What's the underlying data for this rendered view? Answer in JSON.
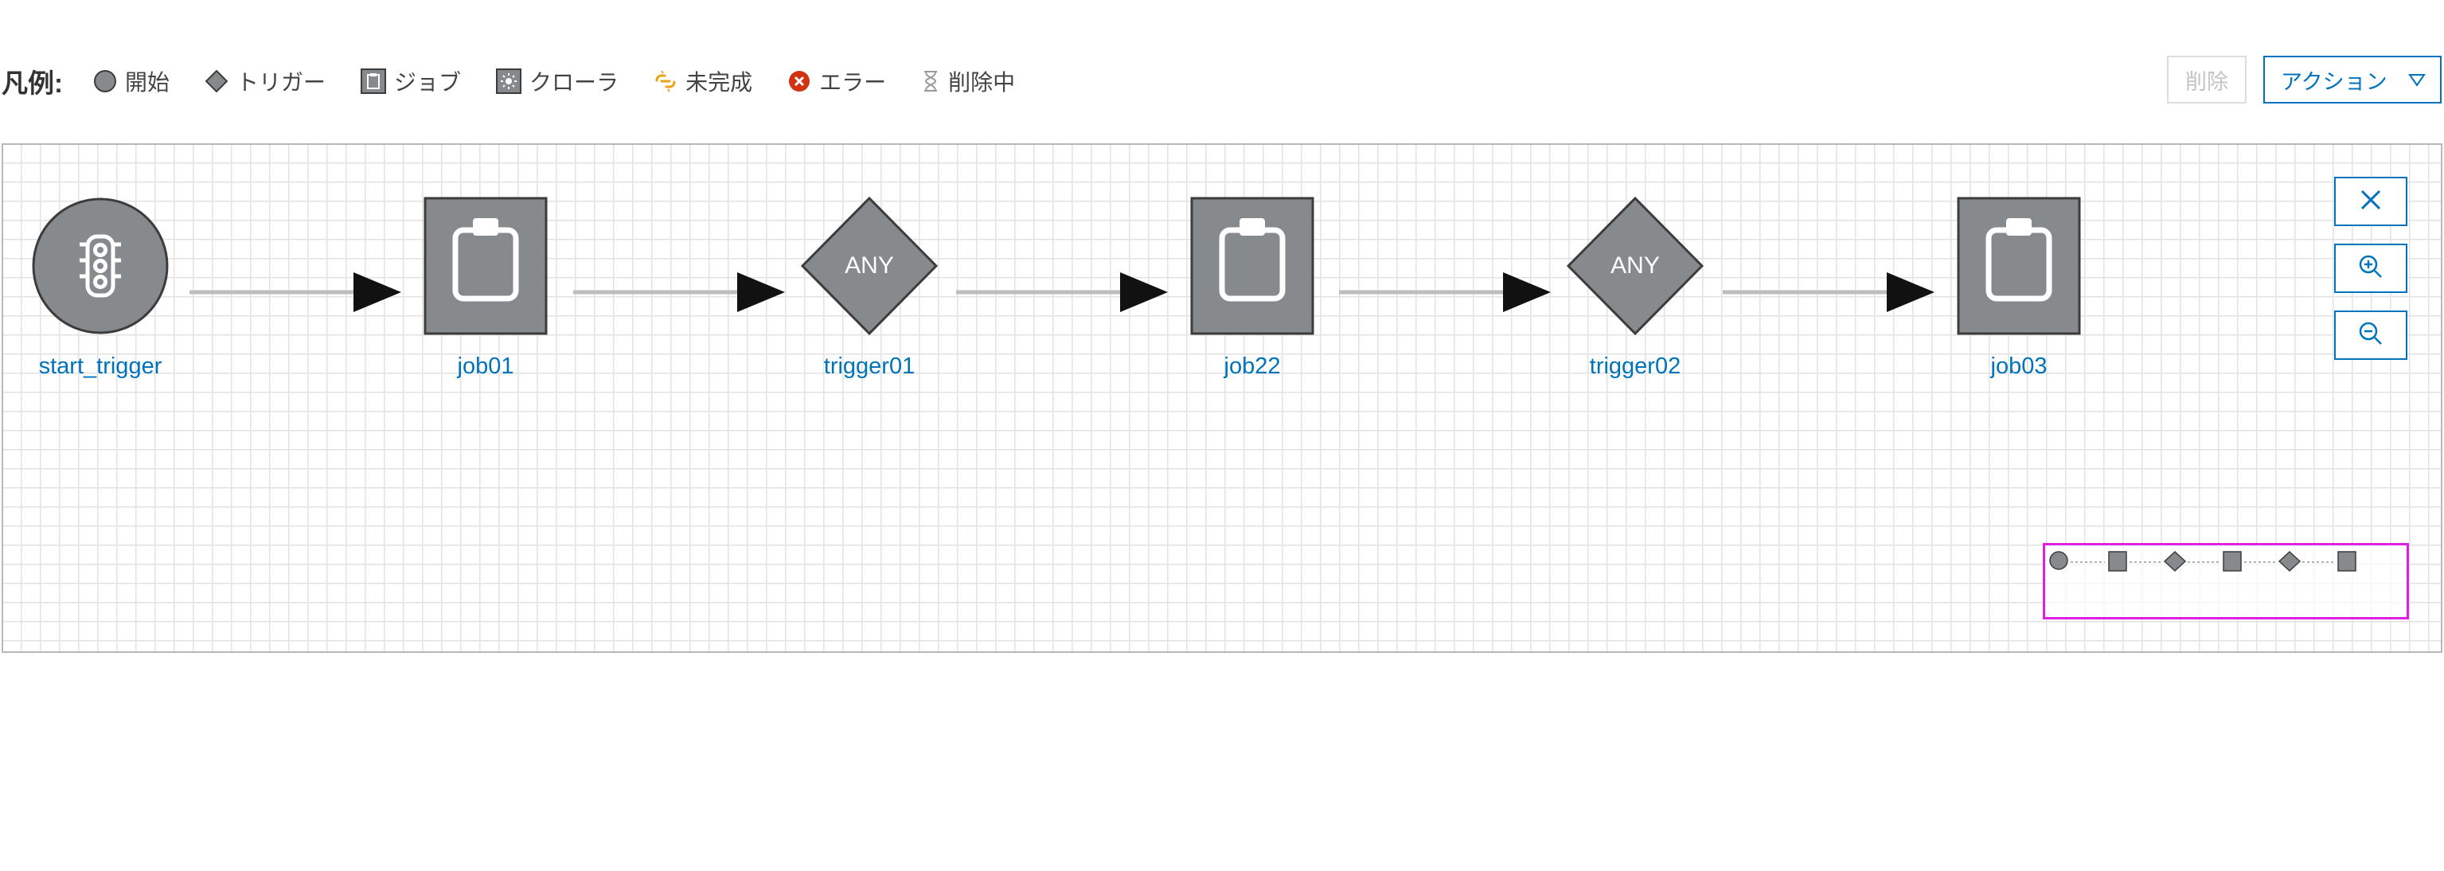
{
  "legend": {
    "title": "凡例:",
    "items": [
      {
        "label": "開始",
        "icon": "start-circle-icon"
      },
      {
        "label": "トリガー",
        "icon": "trigger-diamond-icon"
      },
      {
        "label": "ジョブ",
        "icon": "job-clipboard-icon"
      },
      {
        "label": "クローラ",
        "icon": "crawler-icon"
      },
      {
        "label": "未完成",
        "icon": "broken-link-icon"
      },
      {
        "label": "エラー",
        "icon": "error-icon"
      },
      {
        "label": "削除中",
        "icon": "hourglass-icon"
      }
    ]
  },
  "toolbar": {
    "delete_label": "削除",
    "action_label": "アクション"
  },
  "graph": {
    "nodes": [
      {
        "id": "start_trigger",
        "type": "start",
        "label": "start_trigger"
      },
      {
        "id": "job01",
        "type": "job",
        "label": "job01"
      },
      {
        "id": "trigger01",
        "type": "trigger",
        "label": "trigger01",
        "condition": "ANY"
      },
      {
        "id": "job22",
        "type": "job",
        "label": "job22"
      },
      {
        "id": "trigger02",
        "type": "trigger",
        "label": "trigger02",
        "condition": "ANY"
      },
      {
        "id": "job03",
        "type": "job",
        "label": "job03"
      }
    ]
  },
  "controls": {
    "icons": [
      "reset-close-icon",
      "zoom-in-icon",
      "zoom-out-icon"
    ]
  },
  "colors": {
    "node_fill": "#868a8d",
    "node_stroke": "#3c3c3c",
    "link": "#0073bb",
    "minimap_border": "#e020e0",
    "warning": "#e8a317",
    "error": "#d13212"
  }
}
